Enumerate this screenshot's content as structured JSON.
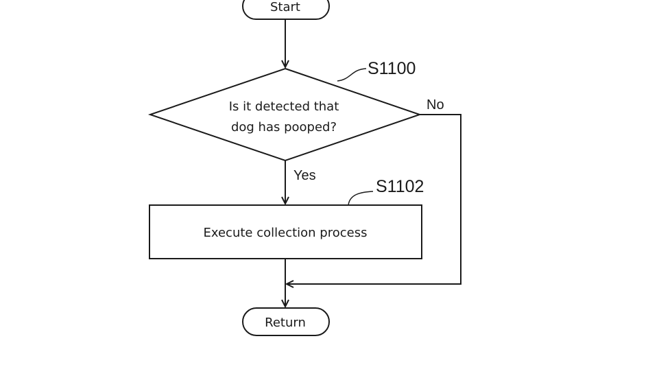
{
  "nodes": {
    "start": "Start",
    "decision_line1": "Is it detected that",
    "decision_line2": "dog has pooped?",
    "process": "Execute collection process",
    "return": "Return"
  },
  "step_labels": {
    "decision": "S1100",
    "process": "S1102"
  },
  "branches": {
    "yes": "Yes",
    "no": "No"
  },
  "colors": {
    "stroke": "#1a1a1a",
    "background": "#ffffff"
  }
}
